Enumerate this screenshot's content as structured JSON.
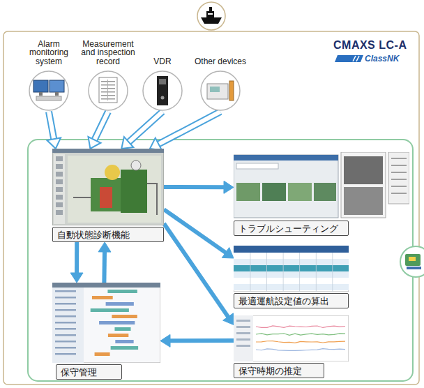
{
  "diagram": {
    "nodes": [
      {
        "text": [
          "Alarm monitoring system"
        ]
      },
      {
        "text": [
          "Measurement and inspection record"
        ]
      },
      {
        "text": [
          "VDR"
        ]
      },
      {
        "text": [
          "Other devices"
        ]
      },
      {
        "text": [
          "自動状態診断機能"
        ]
      },
      {
        "text": [
          "トラブルシューティング"
        ]
      },
      {
        "text": [
          "最適運航設定値の算出"
        ]
      },
      {
        "text": [
          "保守管理"
        ]
      },
      {
        "text": [
          "保守時期の推定"
        ]
      }
    ],
    "edges": [
      {
        "from": 0,
        "to": 4,
        "arrow": "to"
      },
      {
        "from": 1,
        "to": 4,
        "arrow": "to"
      },
      {
        "from": 2,
        "to": 4,
        "arrow": "to"
      },
      {
        "from": 3,
        "to": 4,
        "arrow": "to"
      },
      {
        "from": 4,
        "to": 5,
        "arrow": "to"
      },
      {
        "from": 4,
        "to": 6,
        "arrow": "to"
      },
      {
        "from": 4,
        "to": 8,
        "arrow": "to"
      },
      {
        "from": 4,
        "to": 7,
        "arrow": "to"
      },
      {
        "from": 7,
        "to": 4,
        "arrow": "to"
      },
      {
        "from": 8,
        "to": 7,
        "arrow": "to"
      }
    ],
    "labels": [
      "CMAXS LC-A",
      "ClassNK"
    ]
  }
}
